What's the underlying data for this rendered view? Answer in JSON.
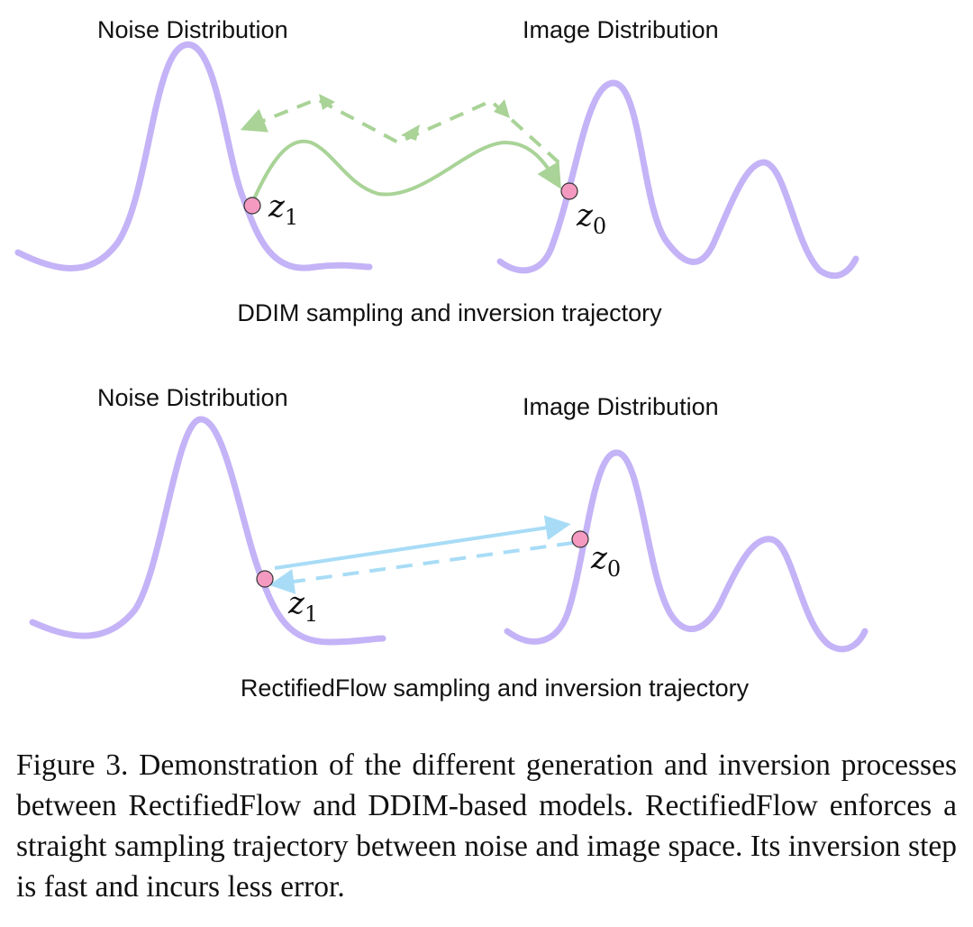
{
  "panels": {
    "ddim": {
      "noise_label": "Noise Distribution",
      "image_label": "Image Distribution",
      "z1": "z",
      "z1_sub": "1",
      "z0": "z",
      "z0_sub": "0",
      "title": "DDIM sampling and inversion trajectory"
    },
    "rectified": {
      "noise_label": "Noise Distribution",
      "image_label": "Image Distribution",
      "z1": "z",
      "z1_sub": "1",
      "z0": "z",
      "z0_sub": "0",
      "title": "RectifiedFlow sampling and inversion trajectory"
    }
  },
  "caption": "Figure 3. Demonstration of the different generation and inversion processes between RectifiedFlow and DDIM-based models. RectifiedFlow enforces a straight sampling trajectory between noise and image space. Its inversion step is fast and incurs less error.",
  "colors": {
    "distribution": "#c4b3f7",
    "ddim_trajectory": "#a9d397",
    "rectified_trajectory": "#a8dcf6",
    "point": "#f49ac1"
  }
}
